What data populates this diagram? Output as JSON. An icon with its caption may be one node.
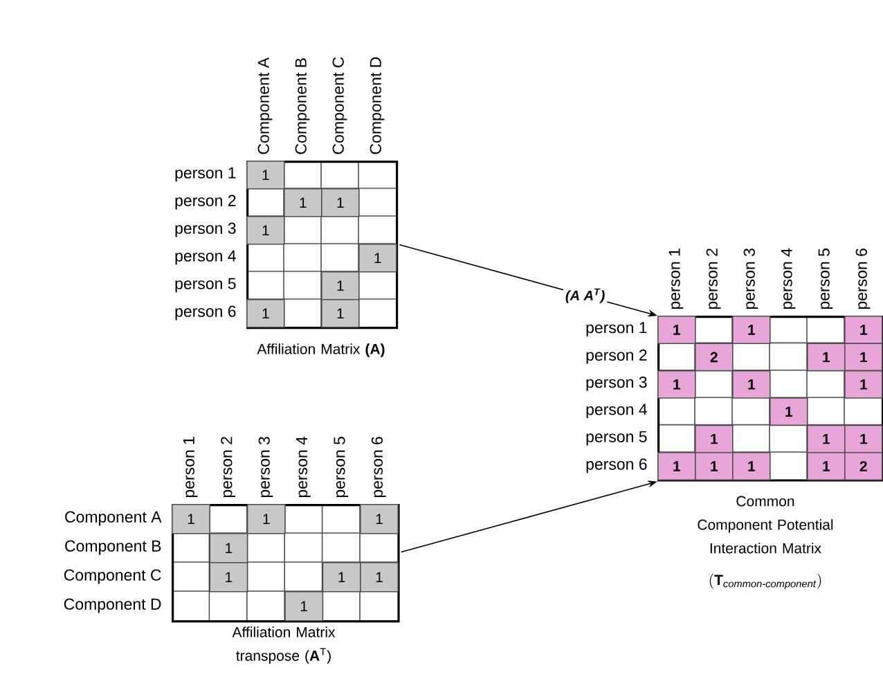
{
  "diagram": {
    "nodes": [
      {
        "text": [
          "Affiliation Matrix **(A)**"
        ]
      },
      {
        "text": [
          "Affiliation Matrix transpose (**A**$^{T}$)"
        ]
      },
      {
        "text": [
          "Common Component Potential Interaction Matrix",
          "(\\mathbf{T}_{\\textit{common-component}})"
        ]
      }
    ],
    "edges": [
      {
        "from": 0,
        "to": 2,
        "arrow": "to",
        "label": "(A A$^{T}$)"
      },
      {
        "from": 1,
        "to": 2,
        "arrow": "to"
      }
    ],
    "labels": [
      "Component A",
      "Component B",
      "Component C",
      "Component D",
      "person 1",
      "1",
      "person 2",
      "1",
      "1",
      "person 3",
      "1",
      "person 4",
      "1",
      "person 5",
      "1",
      "person 6",
      "1",
      "1",
      "person 1",
      "person 2",
      "person 3",
      "person 4",
      "person 5",
      "person 6",
      "Component A",
      "1",
      "1",
      "1",
      "Component B",
      "1",
      "Component C",
      "1",
      "1",
      "1",
      "Component D",
      "1",
      "person 1",
      "person 2",
      "person 3",
      "person 4",
      "person 5",
      "person 6",
      "person 1",
      "1",
      "1",
      "1",
      "person 2",
      "2",
      "1",
      "1",
      "person 3",
      "1",
      "1",
      "1",
      "person 4",
      "1",
      "person 5",
      "1",
      "1",
      "1",
      "person 6",
      "1",
      "1",
      "1",
      "1",
      "2"
    ]
  }
}
